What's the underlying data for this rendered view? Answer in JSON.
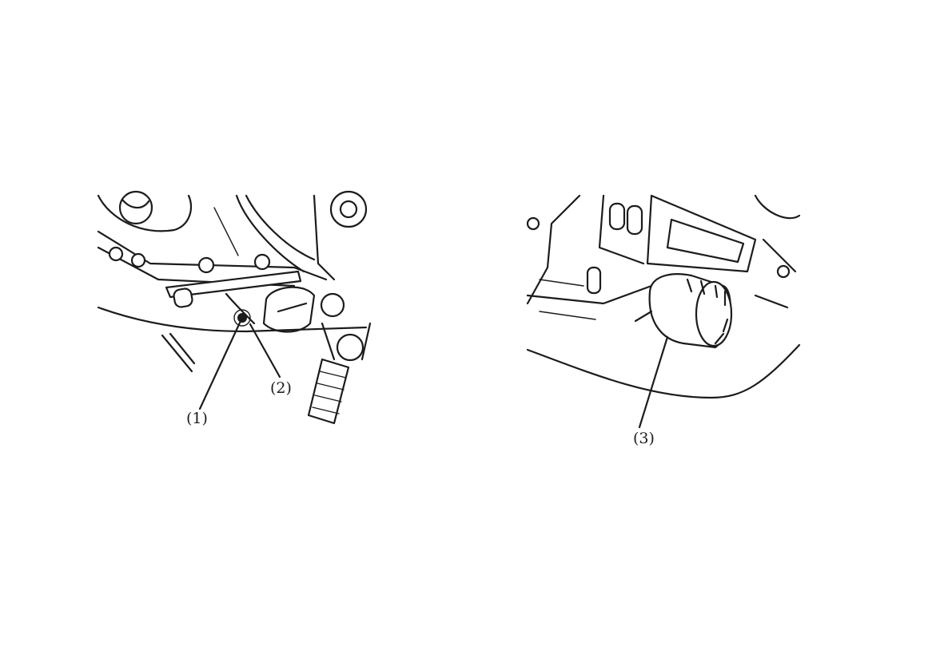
{
  "figures": [
    {
      "id": "drain-plug-view",
      "callouts": [
        {
          "label": "(1)"
        },
        {
          "label": "(2)"
        }
      ]
    },
    {
      "id": "oil-filter-view",
      "callouts": [
        {
          "label": "(3)"
        }
      ]
    }
  ],
  "colors": {
    "line": "#1c1c1c",
    "background": "#ffffff"
  }
}
